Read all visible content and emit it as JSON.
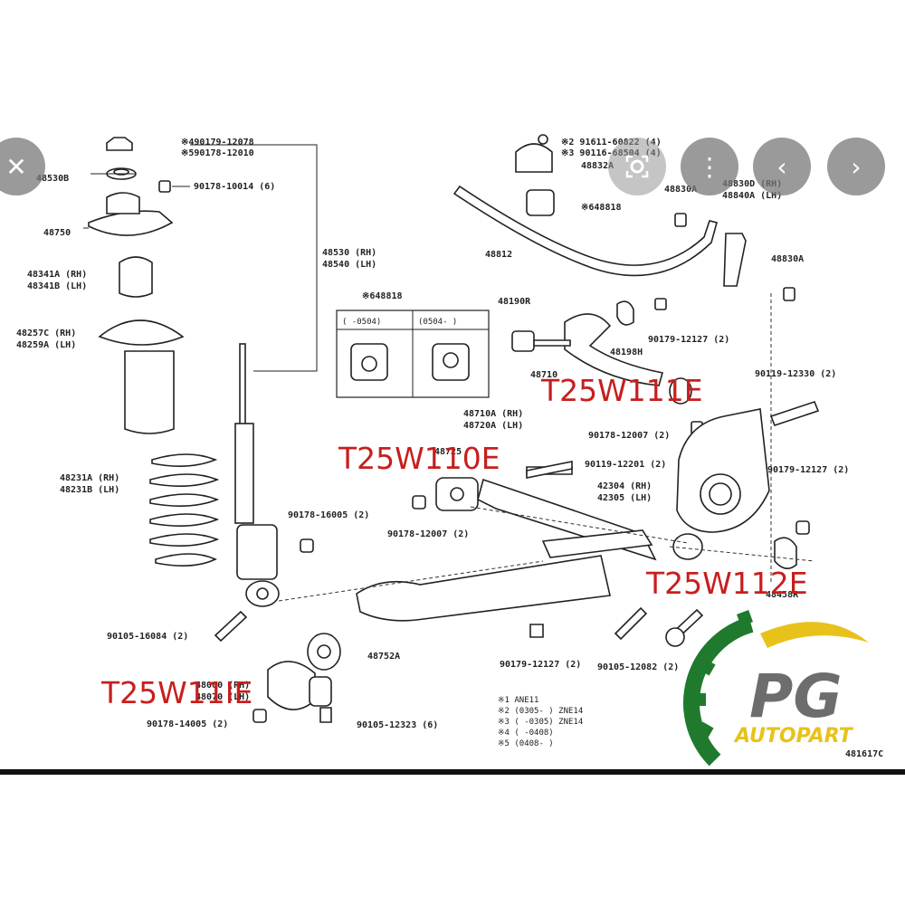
{
  "nav": {
    "close_glyph": "✕",
    "more_glyph": "⋮",
    "prev_glyph": "‹",
    "next_glyph": "›"
  },
  "labels": {
    "l48530b": "48530B",
    "l48750": "48750",
    "l48341a": "48341A (RH)",
    "l48341b": "48341B (LH)",
    "l48257c": "48257C (RH)",
    "l48259a": "48259A (LH)",
    "l48231a": "48231A (RH)",
    "l48231b": "48231B (LH)",
    "l90179_12078": "※490179-12078",
    "l90178_12010": "※590178-12010",
    "l90178_10014": "90178-10014 (6)",
    "l48530rh": "48530 (RH)",
    "l48540lh": "48540 (LH)",
    "l90178_16005": "90178-16005 (2)",
    "l90105_16084": "90105-16084 (2)",
    "l48818box": "※648818",
    "box_left": "(    -0504)",
    "box_right": "(0504-   )",
    "l90119": "※2 91611-60822 (4)",
    "l90116": "※3 90116-68504 (4)",
    "l48832a": "48832A",
    "l48818": "※648818",
    "l48812": "48812",
    "l48830a_top": "48830A",
    "l48830d": "48830D (RH)",
    "l48840a": "48840A (LH)",
    "l48830a_right": "48830A",
    "l48190r": "48190R",
    "l48198h": "48198H",
    "l90179_12127_a": "90179-12127 (2)",
    "l48710": "48710",
    "l90119_12330": "90119-12330 (2)",
    "l90178_12007_a": "90178-12007 (2)",
    "l48710a": "48710A (RH)",
    "l48720a": "48720A (LH)",
    "l48725": "48725",
    "l90119_12201": "90119-12201 (2)",
    "l42304": "42304 (RH)",
    "l42305": "42305 (LH)",
    "l90179_12127_b": "90179-12127 (2)",
    "l90178_12007_b": "90178-12007 (2)",
    "l48458r": "48458R",
    "l48752a": "48752A",
    "l90179_12127_c": "90179-12127 (2)",
    "l90105_12082": "90105-12082 (2)",
    "l48060": "48060 (RH)",
    "l48070": "48070 (LH)",
    "l90178_14005": "90178-14005 (2)",
    "l90105_12323": "90105-12323 (6)",
    "note1": "※1 ANE11",
    "note2": "※2 (0305-      ) ZNE14",
    "note3": "※3 (      -0305) ZNE14",
    "note4": "※4 (      -0408)",
    "note5": "※5 (0408-      )",
    "fig_no": "481617C"
  },
  "overlay_codes": {
    "t111": "T25W111E",
    "t110": "T25W110E",
    "t112": "T25W112E",
    "t11e": "T25W11IE"
  },
  "logo": {
    "initials": "PG",
    "name": "AUTOPART",
    "colors": {
      "gear": "#1f7a2e",
      "swoosh": "#e8c21a",
      "text": "#6d6d6d"
    }
  }
}
